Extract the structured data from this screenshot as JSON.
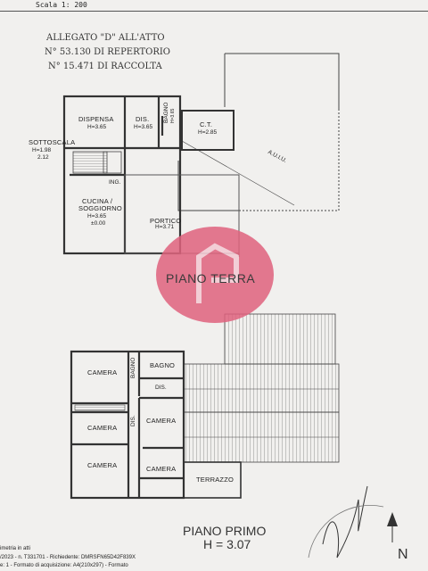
{
  "header": {
    "scale": "Scala 1: 200"
  },
  "stamp": {
    "line1": "ALLEGATO \"D\" ALL'ATTO",
    "line2": "N° 53.130 DI REPERTORIO",
    "line3": "N° 15.471 DI RACCOLTA"
  },
  "ground_floor": {
    "rooms": {
      "dispensa": "DISPENSA",
      "dispensa_h": "H=3.65",
      "dis": "DIS.",
      "dis_h": "H=3.65",
      "bagno": "BAGNO",
      "bagno_h": "H=3.65",
      "ct": "C.T.",
      "ct_h": "H=2.85",
      "sottoscala": "SOTTOSCALA",
      "sottoscala_h1": "H=1.98",
      "sottoscala_h2": "2.12",
      "ing": "ING.",
      "cucina": "CUCINA /",
      "soggiorno": "SOGGIORNO",
      "cucina_h": "H=3.65",
      "cucina_level": "±0.00",
      "portico": "PORTICO",
      "portico_h": "H=3.71",
      "auiu": "A.U.I.U."
    },
    "title": "PIANO TERRA"
  },
  "first_floor": {
    "rooms": {
      "camera1": "CAMERA",
      "bagno_small": "BAGNO",
      "bagno": "BAGNO",
      "dis1": "DIS.",
      "camera2": "CAMERA",
      "dis2": "DIS.",
      "camera3": "CAMERA",
      "camera4": "CAMERA",
      "camera5": "CAMERA",
      "terrazzo": "TERRAZZO"
    },
    "title": "PIANO PRIMO",
    "height": "H = 3.07"
  },
  "footer": {
    "line1": "imetria in atti",
    "line2": "/2023 - n. T331701 - Richiedente: DMRSFN65D42F839X",
    "line3": "e: 1 - Formato di acquisizione: A4(210x297) - Formato",
    "north": "N"
  },
  "colors": {
    "watermark": "#e0627e",
    "ink": "#333333"
  }
}
